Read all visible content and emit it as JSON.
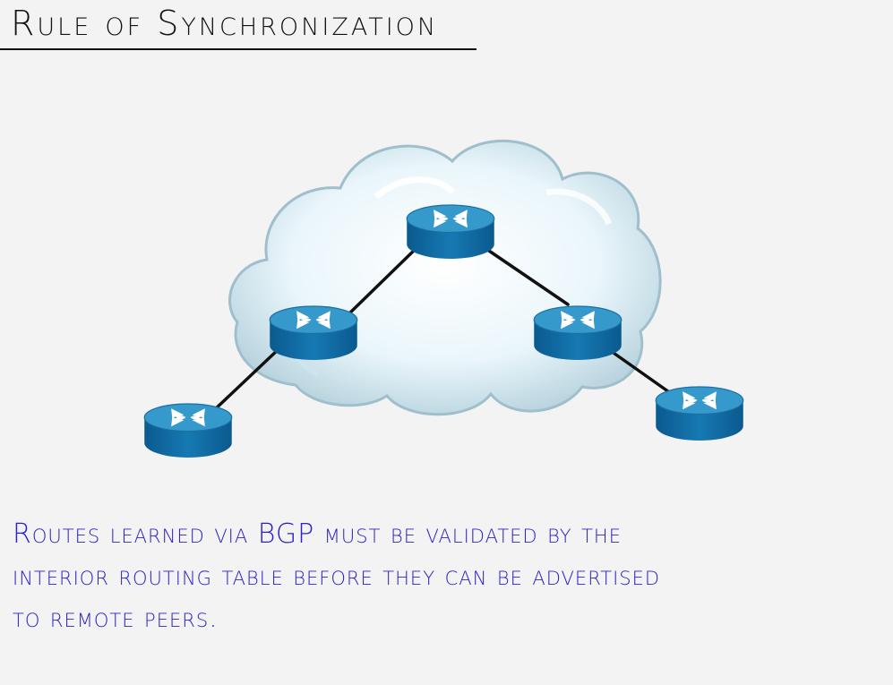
{
  "header": {
    "title": "Rule of Synchronization"
  },
  "colors": {
    "background": "#f3f3f3",
    "ink": "#111111",
    "note_ink": "#2b22c8",
    "router_top": "#2f95c8",
    "router_side": "#0b5f96",
    "router_arrows": "#ffffff",
    "cloud_fill": "#e7f4f8",
    "cloud_edge": "#8fb3c1"
  },
  "diagram": {
    "cloud_icon": "cloud-icon",
    "router_icon": "router-icon",
    "routers": [
      {
        "name": "router-top"
      },
      {
        "name": "router-left"
      },
      {
        "name": "router-right"
      },
      {
        "name": "router-outside-left"
      },
      {
        "name": "router-outside-right"
      }
    ],
    "links": [
      {
        "from": "router-top",
        "to": "router-left"
      },
      {
        "from": "router-top",
        "to": "router-right"
      },
      {
        "from": "router-left",
        "to": "router-outside-left"
      },
      {
        "from": "router-right",
        "to": "router-outside-right"
      }
    ]
  },
  "note": {
    "line1": "Routes learned via BGP must be validated by the",
    "line2": "interior routing table before they can be advertised",
    "line3": "to remote peers."
  }
}
